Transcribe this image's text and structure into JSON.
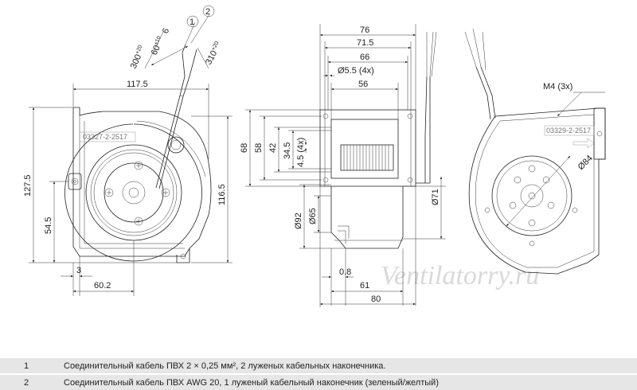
{
  "watermark": "Ventilatorry.ru",
  "callouts": [
    "1",
    "2"
  ],
  "product_label": "03327-2-2517",
  "product_label_right": "03329-2-2517",
  "dimensions": {
    "front": {
      "width": "117.5",
      "height": "127.5",
      "lower": "54.5",
      "offset": "3",
      "bottom": "60.2",
      "right_height": "116.5",
      "cable1": "300",
      "cable1_tol": "+20",
      "cable2": "60",
      "cable2_tol": "±10",
      "strip": "6",
      "cable3": "310",
      "cable3_tol": "+20"
    },
    "side": {
      "d76": "76",
      "d71_5": "71.5",
      "d66": "66",
      "hole": "Ø5.5 (4x)",
      "d56": "56",
      "h68": "68",
      "h58": "58",
      "h42": "42",
      "h34_5": "34.5",
      "h4_5": "4.5 (4x)",
      "d92": "Ø92",
      "d65": "Ø65",
      "d71": "Ø71",
      "t0_8": "0.8",
      "w61": "61",
      "w80": "80"
    },
    "back": {
      "thread": "M4 (3x)",
      "d84": "Ø84"
    }
  },
  "notes": [
    {
      "num": "1",
      "text": "Соединительный кабель ПВХ 2 × 0,25 мм², 2 луженых кабельных наконечника."
    },
    {
      "num": "2",
      "text": "Соединительный кабель ПВХ AWG 20, 1 луженый кабельный наконечник (зеленый/желтый)"
    }
  ]
}
